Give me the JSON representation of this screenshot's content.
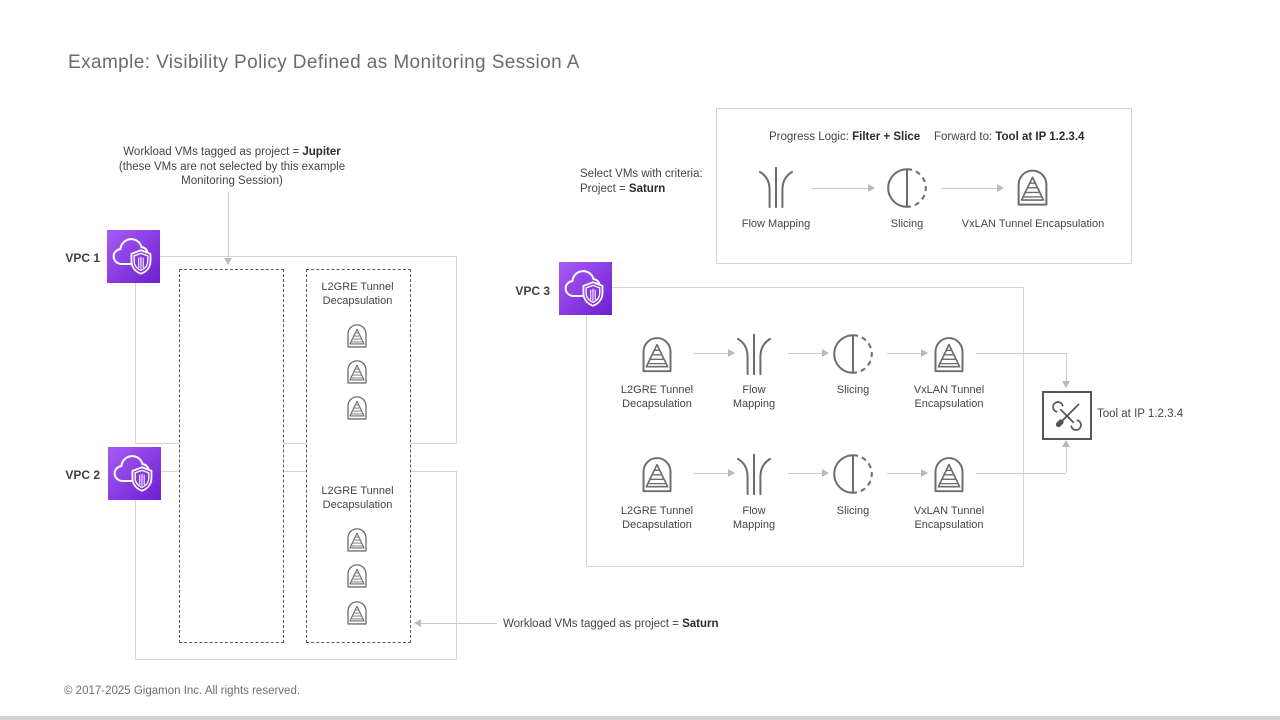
{
  "title": "Example: Visibility Policy Defined as Monitoring Session A",
  "footer": "© 2017-2025 Gigamon Inc.  All rights reserved.",
  "vpc1_label": "VPC 1",
  "vpc2_label": "VPC 2",
  "vpc3_label": "VPC 3",
  "jupiter_note": {
    "line1_prefix": "Workload VMs tagged as project = ",
    "line1_bold": "Jupiter",
    "line2": "(these VMs are not selected by this example",
    "line3": "Monitoring Session)"
  },
  "saturn_note": {
    "prefix": "Workload VMs tagged as project = ",
    "bold": "Saturn"
  },
  "select_note": {
    "line1": "Select VMs with criteria:",
    "line2_prefix": "Project = ",
    "line2_bold": "Saturn"
  },
  "legend": {
    "progress_label": "Progress Logic: ",
    "progress_value": "Filter + Slice",
    "forward_label": "Forward to: ",
    "forward_value": "Tool at IP 1.2.3.4",
    "flow_label": "Flow Mapping",
    "slicing_label": "Slicing",
    "vxlan_label": "VxLAN Tunnel Encapsulation"
  },
  "steps": {
    "l2gre_line1": "L2GRE Tunnel",
    "l2gre_line2": "Decapsulation",
    "flow_line1": "Flow",
    "flow_line2": "Mapping",
    "slicing": "Slicing",
    "vxlan_line1": "VxLAN Tunnel",
    "vxlan_line2": "Encapsulation"
  },
  "tool_label": "Tool at IP 1.2.3.4",
  "colors": {
    "vpc_gradient_start": "#a85cf5",
    "vpc_gradient_end": "#6d1ed0",
    "line_gray": "#c9cacc",
    "box_border": "#d4d5d7",
    "dash_border": "#595a5c",
    "icon_stroke": "#6c6d70",
    "text_dark": "#454547",
    "title_gray": "#6a6b6e"
  }
}
